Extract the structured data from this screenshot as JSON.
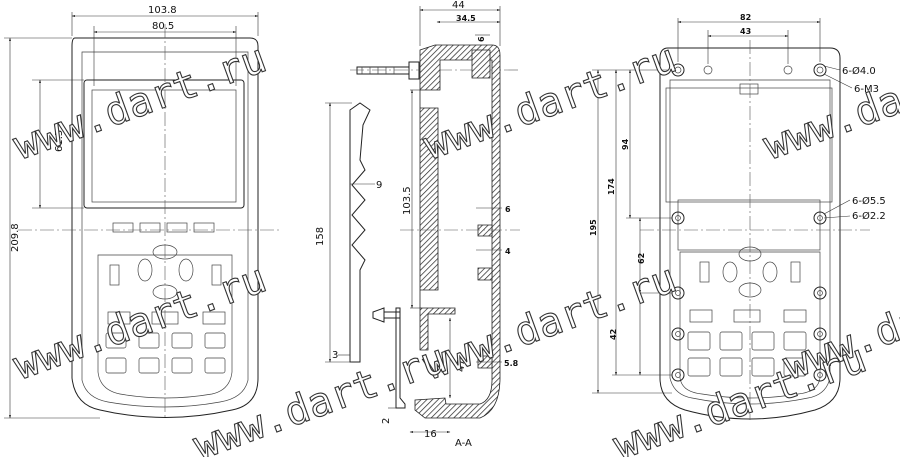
{
  "front_view": {
    "dim_overall_width": "103.8",
    "dim_window_width": "80.5",
    "dim_window_height": "61.5",
    "dim_overall_height": "209.8"
  },
  "side_view": {
    "dim_length": "158",
    "dim_tooth": "9",
    "dim_base": "3",
    "dim_bracket": "2"
  },
  "section_view": {
    "label": "A-A",
    "dim_depth": "44",
    "dim_inner": "34.5",
    "dim_height": "103.5",
    "dim_6": "6",
    "dim_4": "4",
    "dim_47": "47",
    "dim_5_8": "5.8",
    "dim_16": "16"
  },
  "back_view": {
    "dim_top_span": "82",
    "dim_top_inner": "43",
    "dim_174": "174",
    "dim_195": "195",
    "dim_94": "94",
    "dim_62": "62",
    "dim_42": "42",
    "callout_holes_4": "6-Ø4.0",
    "callout_thread": "6-M3",
    "callout_holes_5_5": "6-Ø5.5",
    "callout_holes_2_2": "6-Ø2.2"
  },
  "watermarks": [
    "www.dart.ru",
    "www.dart.ru",
    "www.dart.ru",
    "www.dart.ru",
    "www.dart.ru",
    "www.dart.ru",
    "www.dart.ru",
    "www.dart.ru"
  ]
}
